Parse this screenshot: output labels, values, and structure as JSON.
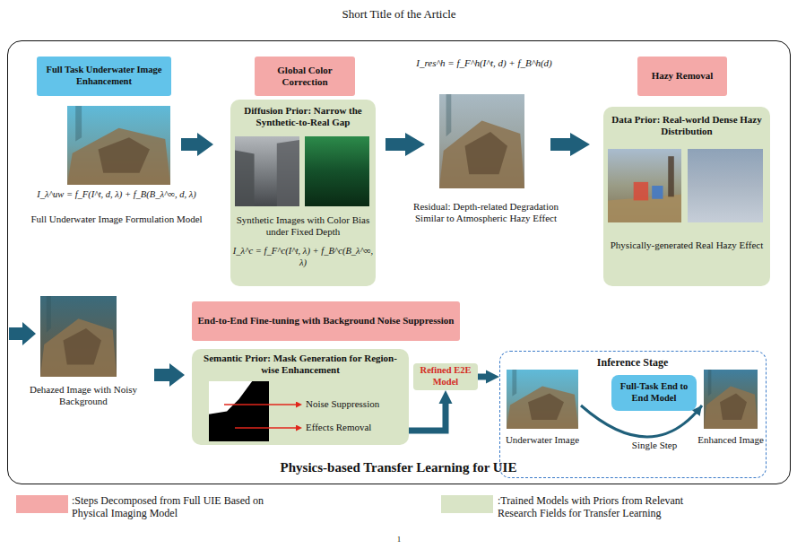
{
  "diagram": {
    "nodes": [
      {
        "text": [
          "Physics-based Transfer Learning for UIE"
        ]
      },
      {
        "text": [
          "Full Task Underwater Image Enhancement"
        ],
        "in": 0
      },
      {
        "text": [
          "Global Color Correction"
        ],
        "in": 0
      },
      {
        "text": [
          "Diffusion Prior: Narrow the Synthetic-to-Real Gap",
          "Synthetic Images with Color Bias under Fixed Depth",
          "I_λ^c = f_F^c(I^t, λ) + f_B^c(B_λ^∞, λ)"
        ],
        "in": 0
      },
      {
        "text": [
          "Hazy Removal"
        ],
        "in": 0
      },
      {
        "text": [
          "Data Prior: Real-world Dense Hazy Distribution",
          "Physically-generated Real Hazy Effect"
        ],
        "in": 0
      },
      {
        "text": [
          "End-to-End Fine-tuning with Background Noise Suppression"
        ],
        "in": 0
      },
      {
        "text": [
          "Semantic Prior: Mask Generation for Region-wise Enhancement",
          "Noise Suppression",
          "Effects Removal"
        ],
        "in": 0
      },
      {
        "text": [
          "Refined E2E Model"
        ],
        "in": 0
      },
      {
        "text": [
          "Inference Stage"
        ],
        "in": 0
      },
      {
        "text": [
          "Full-Task End to End Model"
        ],
        "in": 9
      }
    ],
    "edges": [
      {
        "from": 7,
        "to": 8,
        "arrow": "to"
      },
      {
        "from": 8,
        "to": 9,
        "arrow": "to"
      }
    ],
    "labels": [
      "Short Title of the Article",
      "I_λ^uw = f_F(I^t, d, λ) + f_B(B_λ^∞, d, λ)",
      "Full Underwater Image Formulation Model",
      "I_res^h = f_F^h(I^t, d) + f_B^h(d)",
      "Residual: Depth-related Degradation Similar to Atmospheric Hazy Effect",
      "Dehazed Image with Noisy Background",
      "Underwater Image",
      "Single Step",
      "Enhanced Image",
      "1"
    ],
    "legend": [
      {
        "text": ":Steps Decomposed from Full UIE Based on Physical Imaging Model",
        "color": "#f4a9a8"
      },
      {
        "text": ":Trained Models with Priors from Relevant Research Fields for Transfer Learning",
        "color": "#d9e4c6"
      }
    ]
  }
}
